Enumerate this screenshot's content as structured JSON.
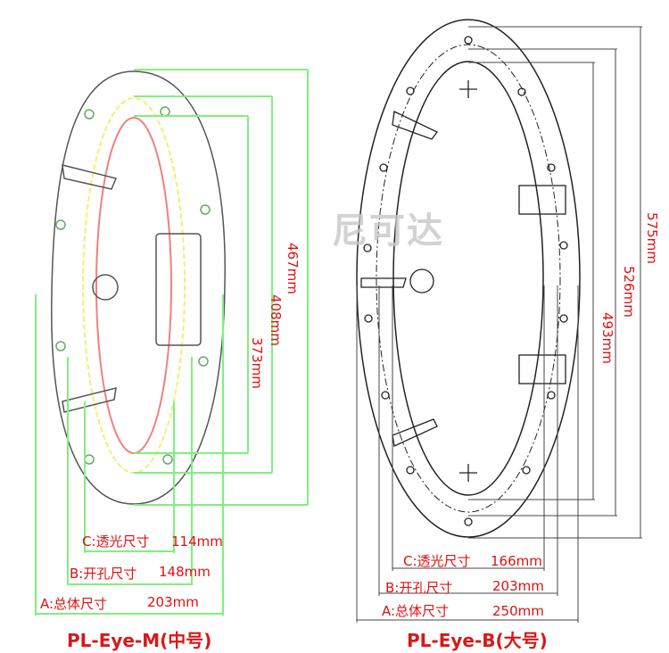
{
  "watermark": "尼可达",
  "models": [
    {
      "title": "PL-Eye-M(中号)",
      "heights": [
        "467mm",
        "408mm",
        "373mm"
      ],
      "widths": [
        {
          "label": "C:透光尺寸",
          "value": "114mm"
        },
        {
          "label": "B:开孔尺寸",
          "value": "148mm"
        },
        {
          "label": "A:总体尺寸",
          "value": "203mm"
        }
      ]
    },
    {
      "title": "PL-Eye-B(大号)",
      "heights": [
        "575mm",
        "526mm",
        "493mm"
      ],
      "widths": [
        {
          "label": "C:透光尺寸",
          "value": "166mm"
        },
        {
          "label": "B:开孔尺寸",
          "value": "203mm"
        },
        {
          "label": "A:总体尺寸",
          "value": "250mm"
        }
      ]
    }
  ],
  "colors": {
    "dimension_left": "#7ef07e",
    "label": "#e01010",
    "outline": "#333333",
    "yellow": "#f0f070",
    "red_inner": "#f08080"
  }
}
